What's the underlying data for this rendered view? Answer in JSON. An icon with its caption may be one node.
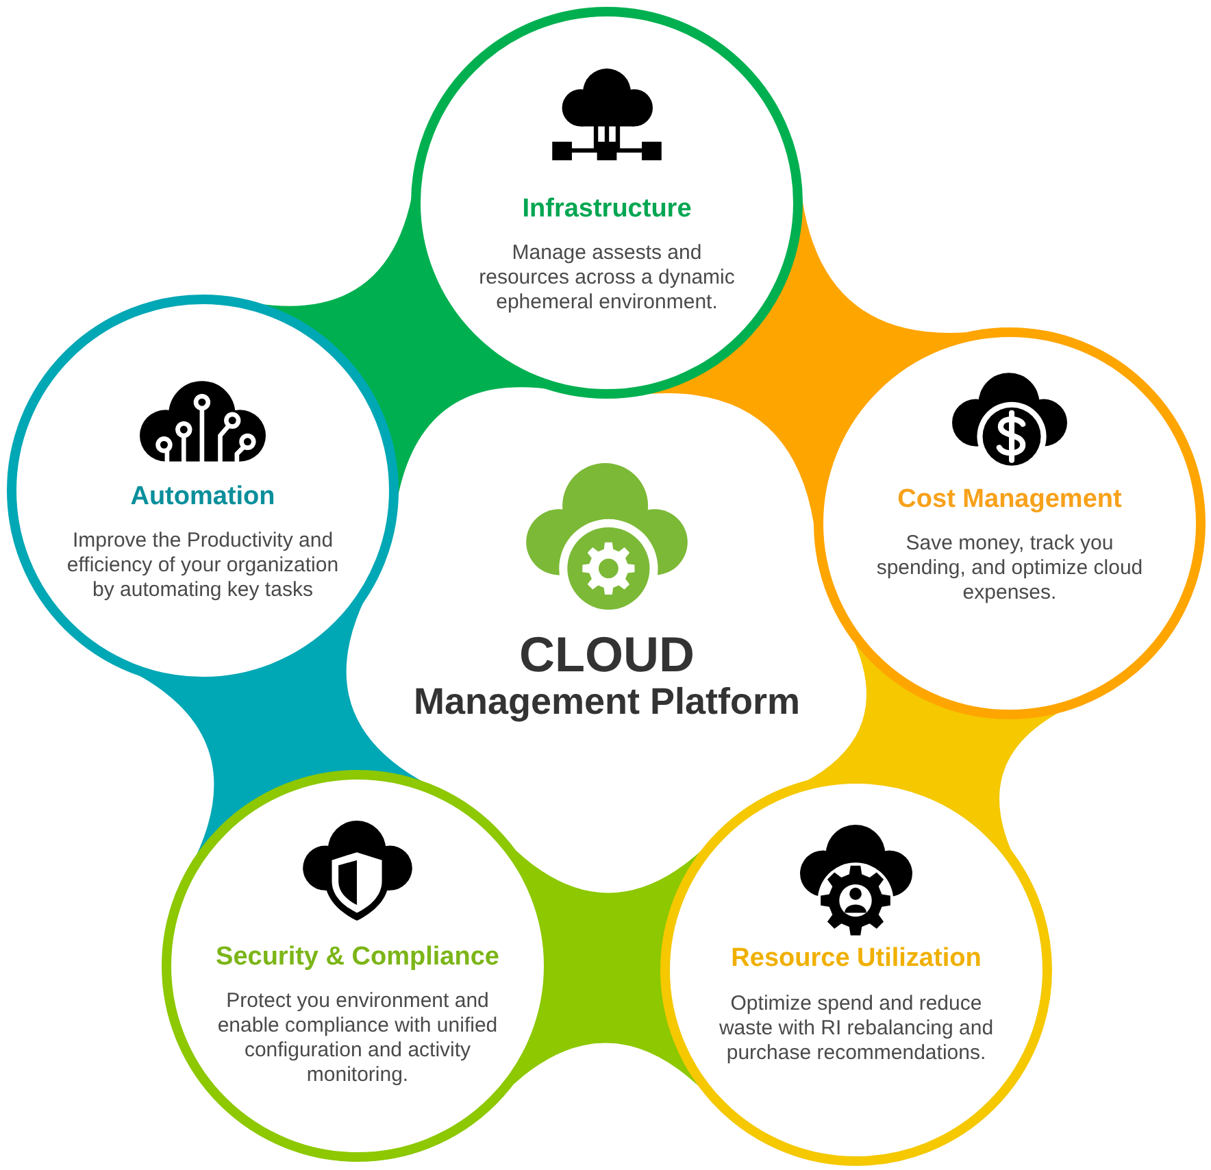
{
  "diagram": {
    "nodes": [
      {
        "text": [
          "Infrastructure",
          "Manage assests and resources across a dynamic ephemeral environment."
        ]
      },
      {
        "text": [
          "Automation",
          "Improve the Productivity and efficiency of your organization by automating key tasks"
        ]
      },
      {
        "text": [
          "Cost Management",
          "Save money, track you spending, and optimize cloud expenses."
        ]
      },
      {
        "text": [
          "CLOUD",
          "Management Platform"
        ]
      },
      {
        "text": [
          "Security & Compliance",
          "Protect you environment and enable compliance with unified configuration and activity monitoring."
        ]
      },
      {
        "text": [
          "Resource Utilization",
          "Optimize spend and reduce waste with RI rebalancing and purchase recommendations."
        ]
      }
    ],
    "edges": [
      {
        "from": 0,
        "to": 2,
        "arrow": "none",
        "style": "thick",
        "color": "#ffa500"
      },
      {
        "from": 2,
        "to": 5,
        "arrow": "none",
        "style": "thick",
        "color": "#f5c800"
      },
      {
        "from": 5,
        "to": 4,
        "arrow": "none",
        "style": "thick",
        "color": "#8dc800"
      },
      {
        "from": 4,
        "to": 1,
        "arrow": "none",
        "style": "thick",
        "color": "#00a7b5"
      },
      {
        "from": 1,
        "to": 0,
        "arrow": "none",
        "style": "thick",
        "color": "#00b050"
      }
    ]
  }
}
